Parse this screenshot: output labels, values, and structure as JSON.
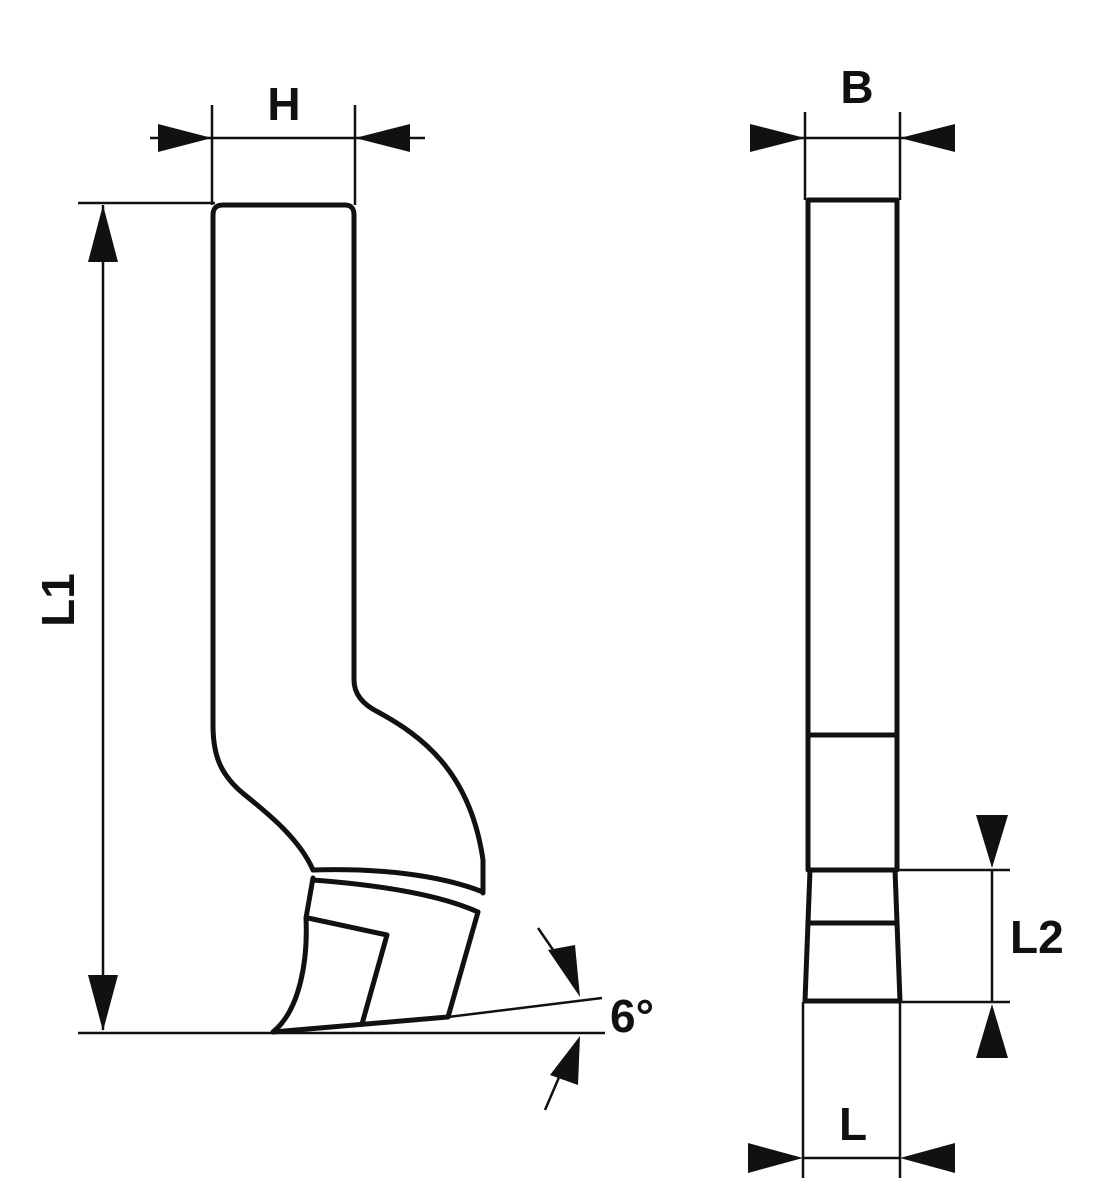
{
  "drawing": {
    "dimensions": {
      "height_label": "H",
      "length_label": "L1",
      "width_label": "B",
      "tip_length_label": "L2",
      "insert_width_label": "L",
      "angle_label": "6°"
    },
    "colors": {
      "line": "#111111",
      "background": "#ffffff"
    }
  }
}
